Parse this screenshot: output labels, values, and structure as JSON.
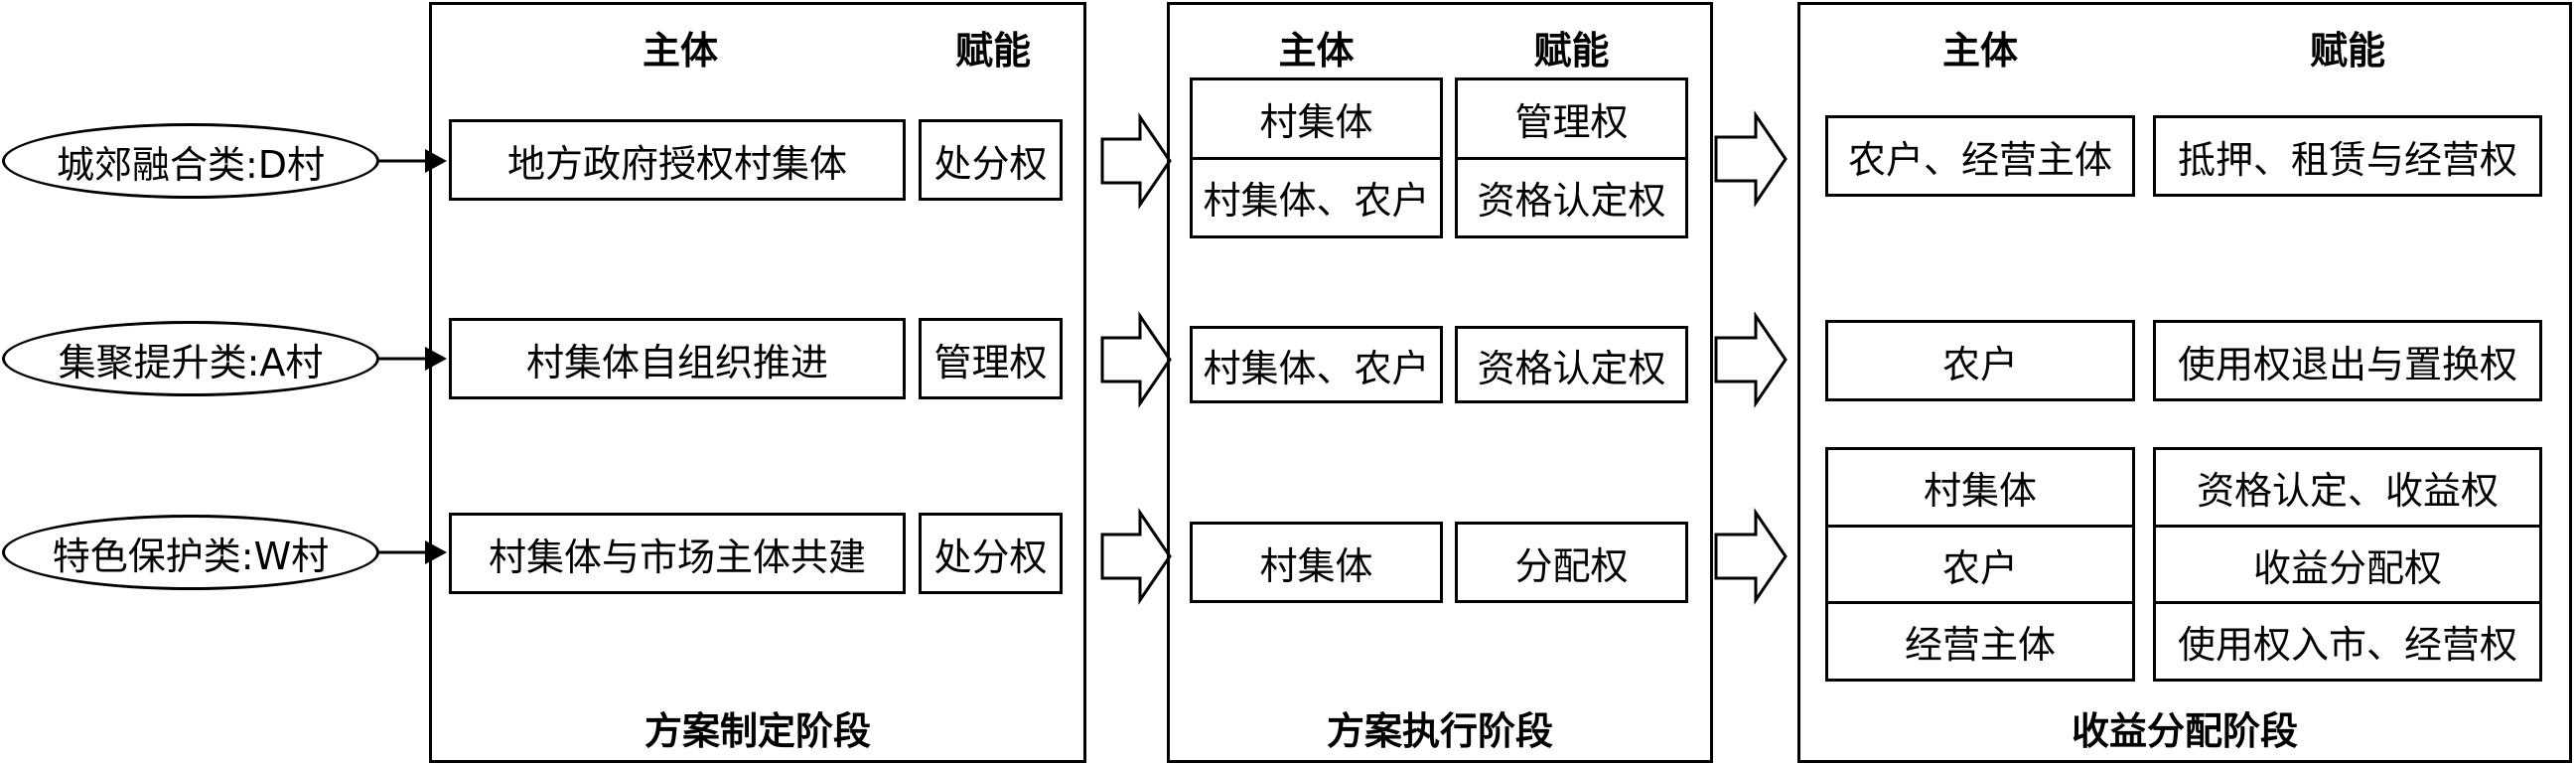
{
  "types": [
    {
      "label": "城郊融合类:D村"
    },
    {
      "label": "集聚提升类:A村"
    },
    {
      "label": "特色保护类:W村"
    }
  ],
  "stage1": {
    "title": "方案制定阶段",
    "header_subject": "主体",
    "header_empower": "赋能",
    "rows": [
      {
        "subject": "地方政府授权村集体",
        "empower": "处分权"
      },
      {
        "subject": "村集体自组织推进",
        "empower": "管理权"
      },
      {
        "subject": "村集体与市场主体共建",
        "empower": "处分权"
      }
    ]
  },
  "stage2": {
    "title": "方案执行阶段",
    "header_subject": "主体",
    "header_empower": "赋能",
    "group1": {
      "subjects": [
        "村集体",
        "村集体、农户"
      ],
      "empowers": [
        "管理权",
        "资格认定权"
      ]
    },
    "group2": {
      "subject": "村集体、农户",
      "empower": "资格认定权"
    },
    "group3": {
      "subject": "村集体",
      "empower": "分配权"
    }
  },
  "stage3": {
    "title": "收益分配阶段",
    "header_subject": "主体",
    "header_empower": "赋能",
    "group1": {
      "subject": "农户、经营主体",
      "empower": "抵押、租赁与经营权"
    },
    "group2": {
      "subject": "农户",
      "empower": "使用权退出与置换权"
    },
    "group3": {
      "subjects": [
        "村集体",
        "农户",
        "经营主体"
      ],
      "empowers": [
        "资格认定、收益权",
        "收益分配权",
        "使用权入市、经营权"
      ]
    }
  }
}
